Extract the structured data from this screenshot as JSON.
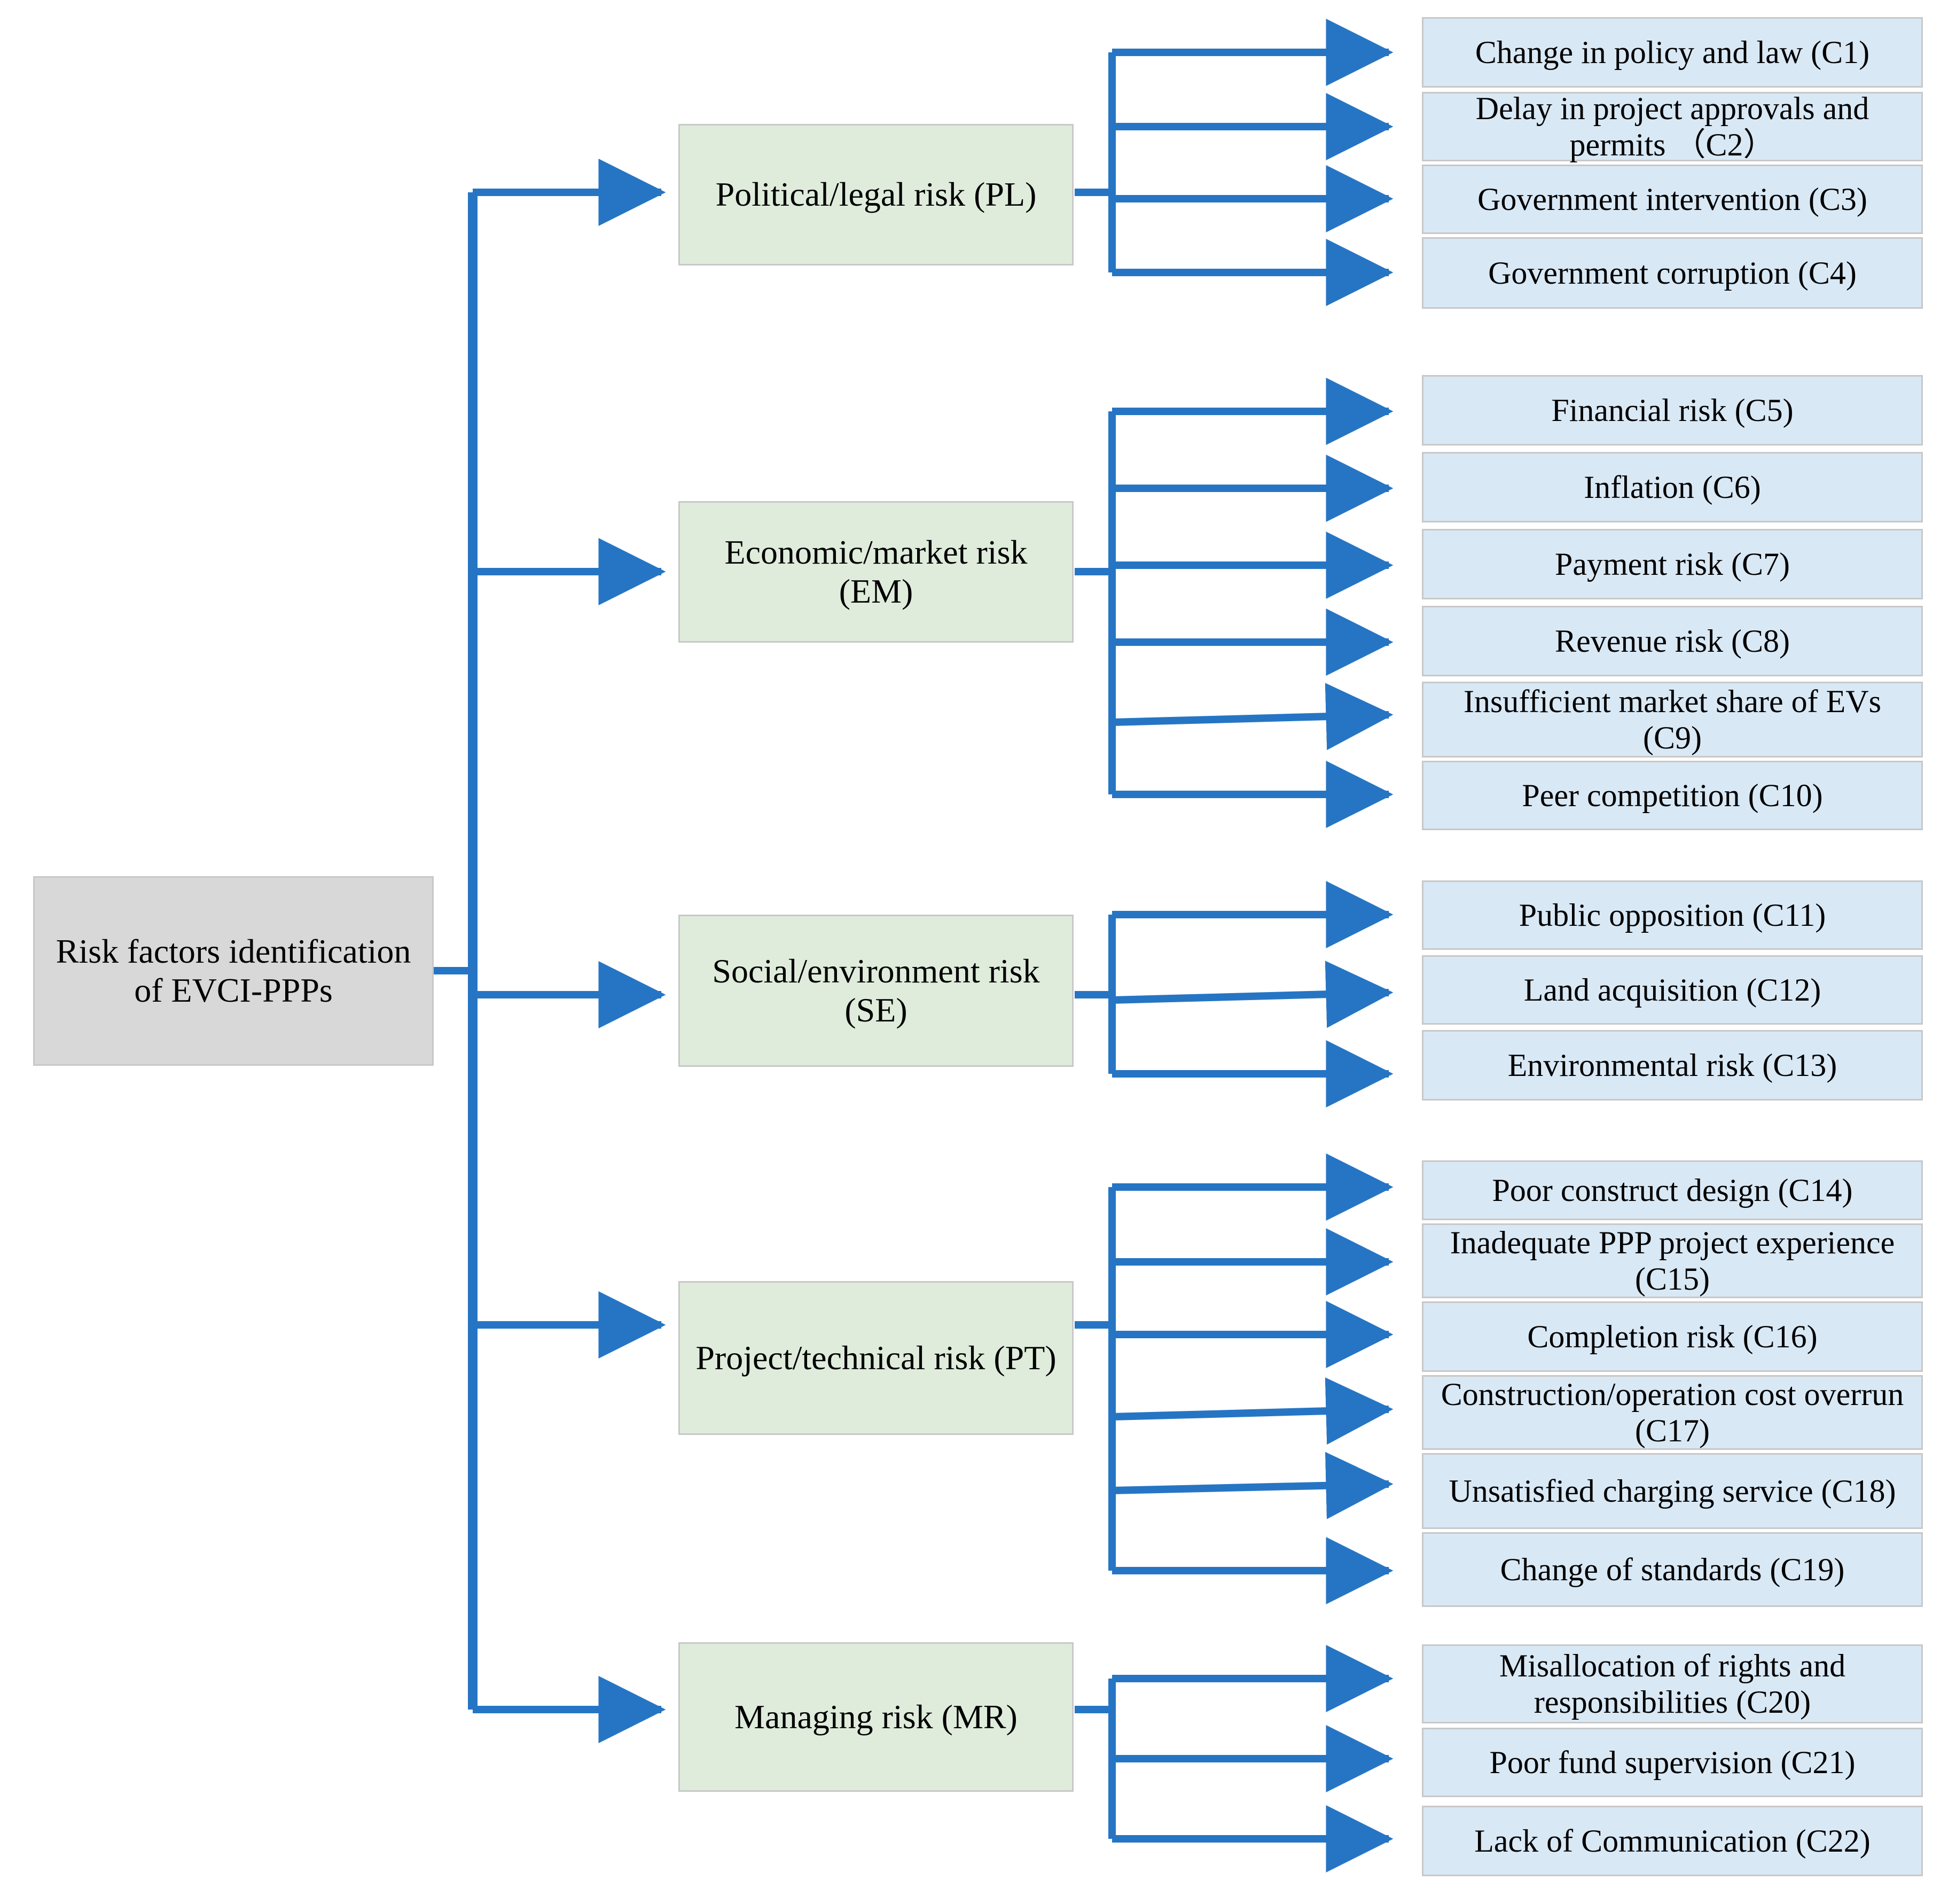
{
  "diagram": {
    "type": "hierarchy-tree",
    "title": "Risk factors identification of EVCI-PPPs",
    "orientation": "left-to-right",
    "levels": 3,
    "colors": {
      "root_fill": "#d8d8d8",
      "category_fill": "#dfecdc",
      "leaf_fill": "#d9e8f5",
      "box_border": "#c8c8c8",
      "connector": "#2675c4",
      "text": "#000000",
      "background": "#ffffff"
    }
  },
  "root": {
    "label": "Risk factors identification of EVCI-PPPs",
    "line1": "Risk factors identification",
    "line2": "of EVCI-PPPs"
  },
  "categories": [
    {
      "id": "PL",
      "label": "Political/legal risk (PL)"
    },
    {
      "id": "EM",
      "label": "Economic/market risk (EM)",
      "line1": "Economic/market risk",
      "line2": "(EM)"
    },
    {
      "id": "SE",
      "label": "Social/environment risk (SE)",
      "line1": "Social/environment risk",
      "line2": "(SE)"
    },
    {
      "id": "PT",
      "label": "Project/technical risk (PT)",
      "line1": "Project/technical risk",
      "line2": "(PT)"
    },
    {
      "id": "MR",
      "label": "Managing risk (MR)"
    }
  ],
  "leaves": {
    "PL": [
      {
        "code": "C1",
        "label": "Change in policy and law (C1)"
      },
      {
        "code": "C2",
        "label": "Delay in project approvals and permits （C2）"
      },
      {
        "code": "C3",
        "label": "Government intervention (C3)"
      },
      {
        "code": "C4",
        "label": "Government corruption (C4)"
      }
    ],
    "EM": [
      {
        "code": "C5",
        "label": "Financial risk (C5)"
      },
      {
        "code": "C6",
        "label": "Inflation (C6)"
      },
      {
        "code": "C7",
        "label": "Payment risk (C7)"
      },
      {
        "code": "C8",
        "label": "Revenue risk (C8)"
      },
      {
        "code": "C9",
        "label": "Insufficient market share of EVs (C9)"
      },
      {
        "code": "C10",
        "label": "Peer competition (C10)"
      }
    ],
    "SE": [
      {
        "code": "C11",
        "label": "Public opposition (C11)"
      },
      {
        "code": "C12",
        "label": "Land acquisition (C12)"
      },
      {
        "code": "C13",
        "label": "Environmental risk (C13)"
      }
    ],
    "PT": [
      {
        "code": "C14",
        "label": "Poor construct design (C14)"
      },
      {
        "code": "C15",
        "label": "Inadequate PPP project experience (C15)"
      },
      {
        "code": "C16",
        "label": "Completion risk (C16)"
      },
      {
        "code": "C17",
        "label": "Construction/operation cost overrun (C17)"
      },
      {
        "code": "C18",
        "label": "Unsatisfied charging service (C18)"
      },
      {
        "code": "C19",
        "label": "Change of standards (C19)"
      }
    ],
    "MR": [
      {
        "code": "C20",
        "label": "Misallocation of rights and responsibilities (C20)"
      },
      {
        "code": "C21",
        "label": "Poor fund supervision (C21)"
      },
      {
        "code": "C22",
        "label": "Lack of Communication (C22)"
      }
    ]
  }
}
